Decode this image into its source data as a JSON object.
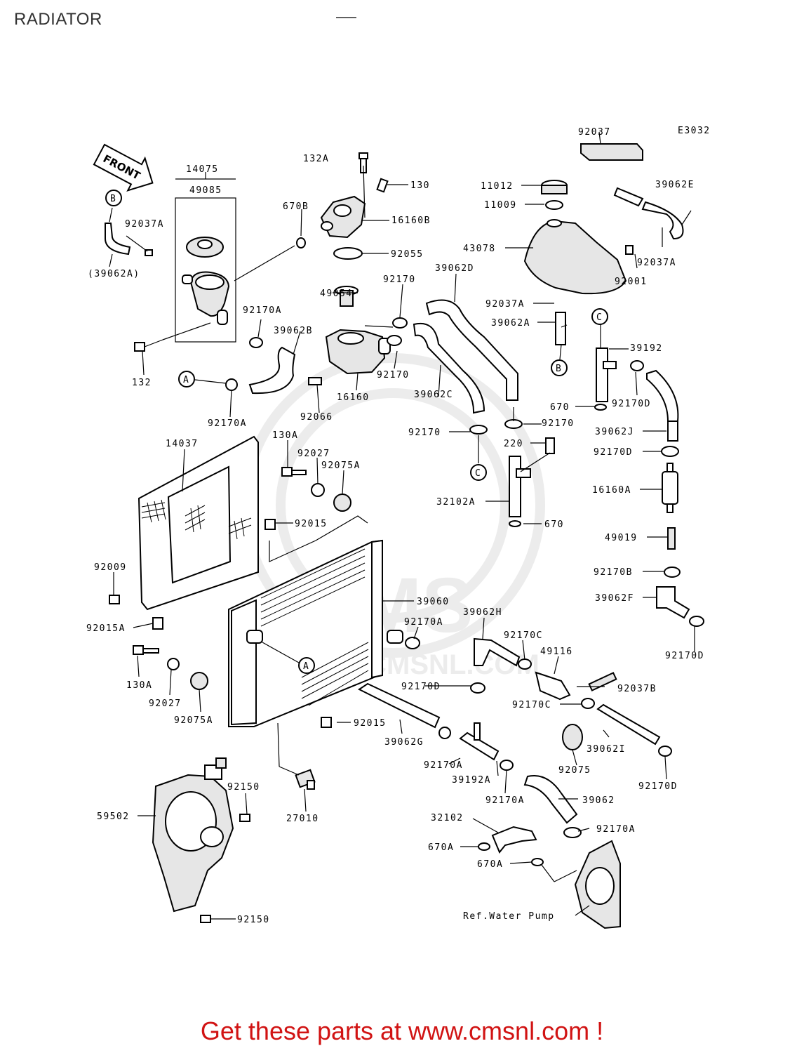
{
  "page": {
    "title": "RADIATOR"
  },
  "diagram": {
    "code": "E3032",
    "front_arrow": "FRONT",
    "refs": {
      "a": "A",
      "b": "B",
      "c": "C"
    },
    "labels": {
      "p14075": "14075",
      "p49085": "49085",
      "p670B": "670B",
      "p132A": "132A",
      "p130": "130",
      "p16160B": "16160B",
      "p92055": "92055",
      "p92037_top": "92037",
      "p11012": "11012",
      "p11009": "11009",
      "p39062E": "39062E",
      "p43078": "43078",
      "p92037A_1": "92037A",
      "p92037A_2": "92037A",
      "p92037A_3": "92037A",
      "p92001": "92001",
      "p39062A": "(39062A)",
      "p49054": "49054",
      "p92170_1": "92170",
      "p39062D": "39062D",
      "p92170A_1": "92170A",
      "p39062B": "39062B",
      "p39062A_b": "39062A",
      "p39192": "39192",
      "p132": "132",
      "p92170A_2": "92170A",
      "p92066": "92066",
      "p16160": "16160",
      "p92170_2": "92170",
      "p39062C": "39062C",
      "p670_1": "670",
      "p92170D_1": "92170D",
      "p92170_3": "92170",
      "p92170_4": "92170",
      "p39062J": "39062J",
      "p220": "220",
      "p92170D_2": "92170D",
      "p14037": "14037",
      "p130A_1": "130A",
      "p92027_1": "92027",
      "p92075A_1": "92075A",
      "p16160A": "16160A",
      "p32102A": "32102A",
      "p670_2": "670",
      "p92015_1": "92015",
      "p49019": "49019",
      "p92009": "92009",
      "p92170B": "92170B",
      "p39060": "39060",
      "p39062H": "39062H",
      "p39062F": "39062F",
      "p92015A": "92015A",
      "p92170A_3": "92170A",
      "p92170C_1": "92170C",
      "p49116": "49116",
      "p92170D_3": "92170D",
      "p130A_2": "130A",
      "p92027_2": "92027",
      "p92170D_4": "92170D",
      "p92037B": "92037B",
      "p92075A_2": "92075A",
      "p92170C_2": "92170C",
      "p92015_2": "92015",
      "p39062G": "39062G",
      "p39062I": "39062I",
      "p92075": "92075",
      "p92170A_4": "92170A",
      "p39192A": "39192A",
      "p92170D_5": "92170D",
      "p92150_1": "92150",
      "p92170A_5": "92170A",
      "p39062": "39062",
      "p59502": "59502",
      "p27010": "27010",
      "p32102": "32102",
      "p92170A_6": "92170A",
      "p670A_1": "670A",
      "p670A_2": "670A",
      "p92150_2": "92150",
      "ref_water_pump": "Ref.Water Pump"
    }
  },
  "watermark": {
    "text": "CMS",
    "url": "WWW.CMSNL.COM"
  },
  "footer": {
    "cta": "Get these parts at www.cmsnl.com !"
  },
  "colors": {
    "cta": "#d11313",
    "watermark": "#ececec",
    "title": "#333333"
  }
}
